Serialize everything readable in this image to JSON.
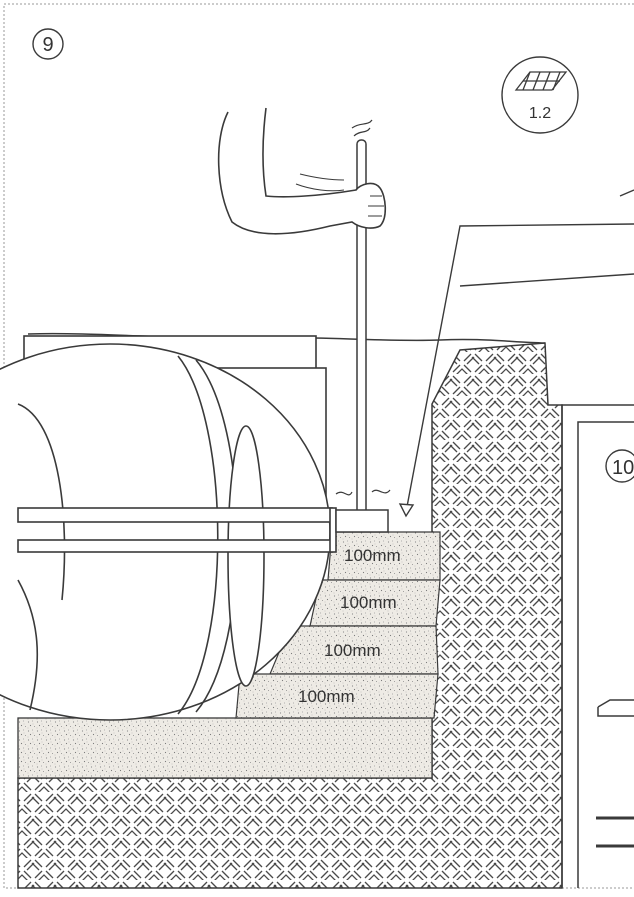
{
  "figure": {
    "step_number": "9",
    "next_step_number": "10",
    "tool_badge": {
      "icon": "trowel-icon",
      "label": "1.2"
    },
    "layers": [
      {
        "thickness": "100mm"
      },
      {
        "thickness": "100mm"
      },
      {
        "thickness": "100mm"
      },
      {
        "thickness": "100mm"
      }
    ]
  },
  "colors": {
    "line": "#3a3a3a",
    "soil_hatch": "#4a4a4a",
    "fill_stipple": "#e9e6e0",
    "paper": "#ffffff"
  }
}
